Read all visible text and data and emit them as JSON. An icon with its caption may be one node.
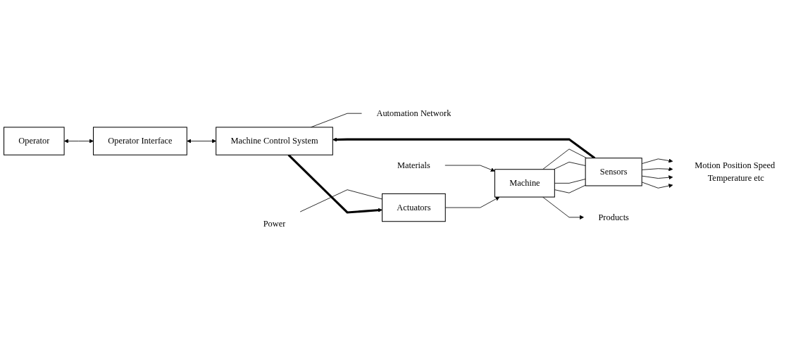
{
  "diagram": {
    "nodes": [
      {
        "text": [
          "Automation Network"
        ]
      },
      {
        "text": [
          "Operator"
        ]
      },
      {
        "text": [
          "Operator Interface"
        ]
      },
      {
        "text": [
          "Machine Control System"
        ]
      },
      {
        "text": [
          "Sensors"
        ]
      },
      {
        "text": [
          "Power"
        ]
      },
      {
        "text": [
          "Actuators"
        ]
      },
      {
        "text": [
          "Machine"
        ]
      },
      {
        "text": [
          "Motion Position Speed Temperature etc"
        ]
      },
      {
        "text": [
          "Materials"
        ]
      },
      {
        "text": [
          "Products"
        ]
      }
    ],
    "edges": [
      {
        "from": 1,
        "to": 2,
        "arrow": "both"
      },
      {
        "from": 2,
        "to": 3,
        "arrow": "both"
      },
      {
        "from": 3,
        "to": 0,
        "arrow": "none"
      },
      {
        "from": 3,
        "to": 6,
        "arrow": "to",
        "style": "thick"
      },
      {
        "from": 4,
        "to": 3,
        "arrow": "to",
        "style": "thick"
      },
      {
        "from": 5,
        "to": 6,
        "arrow": "none"
      },
      {
        "from": 6,
        "to": 7,
        "arrow": "to"
      },
      {
        "from": 7,
        "to": 4,
        "arrow": "none"
      },
      {
        "from": 7,
        "to": 4,
        "arrow": "none"
      },
      {
        "from": 7,
        "to": 4,
        "arrow": "none"
      },
      {
        "from": 7,
        "to": 4,
        "arrow": "none"
      },
      {
        "from": 4,
        "to": 8,
        "arrow": "to"
      },
      {
        "from": 4,
        "to": 8,
        "arrow": "to"
      },
      {
        "from": 4,
        "to": 8,
        "arrow": "to"
      },
      {
        "from": 4,
        "to": 8,
        "arrow": "to"
      },
      {
        "from": 9,
        "to": 7,
        "arrow": "to"
      },
      {
        "from": 7,
        "to": 10,
        "arrow": "to"
      }
    ]
  }
}
